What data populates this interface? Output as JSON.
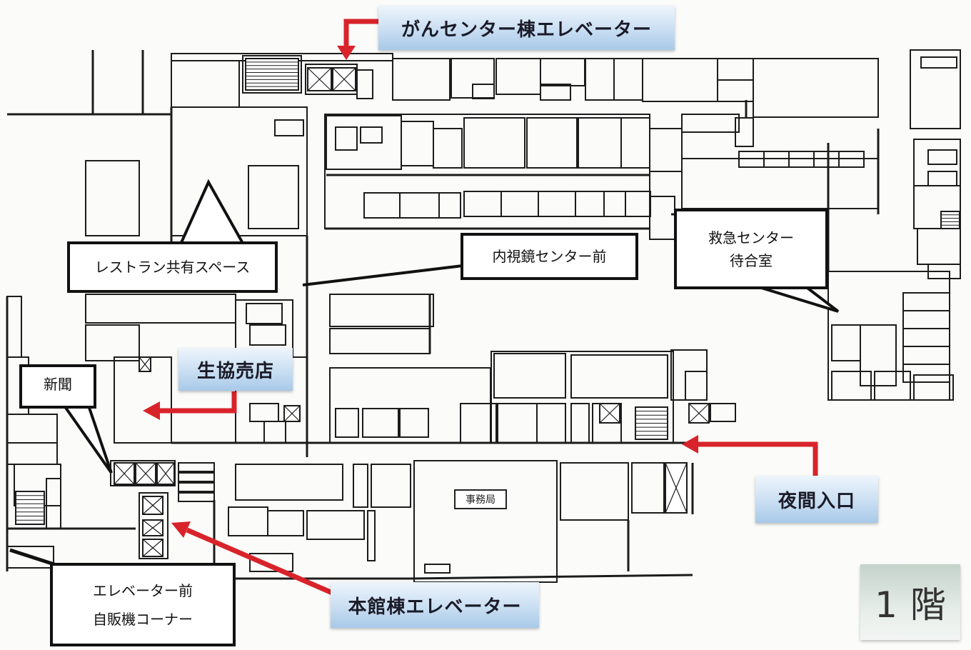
{
  "map": {
    "floor_label": "1階",
    "office_label": "事務局"
  },
  "callouts": {
    "cancer_center_elevator": "がんセンター棟エレベーター",
    "restaurant_shared_space": "レストラン共有スペース",
    "endoscopy_center_front": "内視鏡センター前",
    "emergency_center_line1": "救急センター",
    "emergency_center_line2": "待合室",
    "coop_store": "生協売店",
    "newspaper": "新聞",
    "night_entrance": "夜間入口",
    "elevator_front_line1": "エレベーター前",
    "elevator_front_line2": "自販機コーナー",
    "main_building_elevator": "本館棟エレベーター"
  },
  "colors": {
    "arrow": "#d8232a",
    "outline": "#111111",
    "label_blue": "#b5d3ee"
  }
}
